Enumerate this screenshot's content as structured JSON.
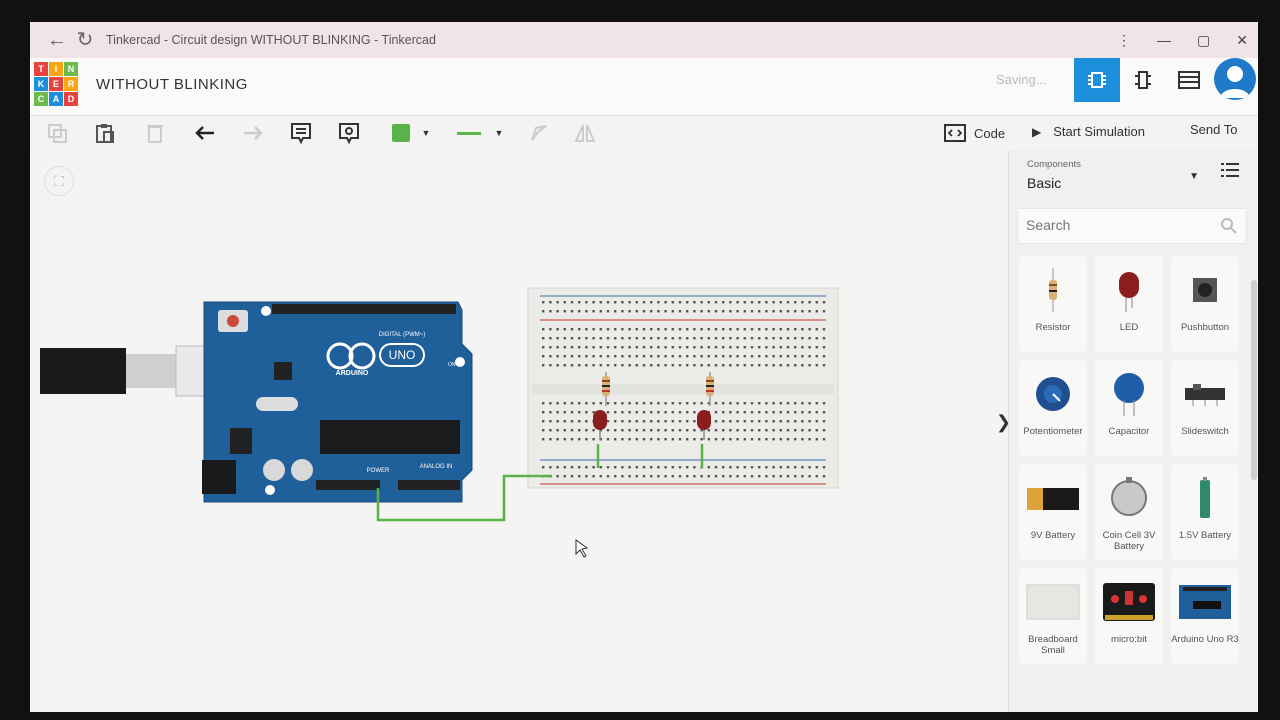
{
  "browser": {
    "tab_title": "Tinkercad - Circuit design WITHOUT BLINKING - Tinkercad"
  },
  "header": {
    "logo_letters": [
      "T",
      "I",
      "N",
      "K",
      "E",
      "R",
      "C",
      "A",
      "D"
    ],
    "logo_colors": [
      "#e8423f",
      "#f7a614",
      "#6bba4b",
      "#1b8fd9",
      "#e8423f",
      "#f7a614",
      "#6bba4b",
      "#1b8fd9",
      "#e8423f"
    ],
    "design_title": "WITHOUT BLINKING",
    "saving_status": "Saving...",
    "active_view": "circuit"
  },
  "toolbar": {
    "code_label": "Code",
    "start_simulation_label": "Start Simulation",
    "send_to_label": "Send To",
    "wire_color": "#5ab34a"
  },
  "panel": {
    "components_label": "Components",
    "components_value": "Basic",
    "search_placeholder": "Search",
    "components": [
      {
        "name": "Resistor",
        "icon": "resistor-icon"
      },
      {
        "name": "LED",
        "icon": "led-icon"
      },
      {
        "name": "Pushbutton",
        "icon": "pushbutton-icon"
      },
      {
        "name": "Potentiometer",
        "icon": "potentiometer-icon"
      },
      {
        "name": "Capacitor",
        "icon": "capacitor-icon"
      },
      {
        "name": "Slideswitch",
        "icon": "slideswitch-icon"
      },
      {
        "name": "9V Battery",
        "icon": "battery-9v-icon"
      },
      {
        "name": "Coin Cell 3V Battery",
        "icon": "coin-cell-icon"
      },
      {
        "name": "1.5V Battery",
        "icon": "battery-aa-icon"
      },
      {
        "name": "Breadboard Small",
        "icon": "breadboard-icon"
      },
      {
        "name": "micro:bit",
        "icon": "microbit-icon"
      },
      {
        "name": "Arduino Uno R3",
        "icon": "arduino-icon"
      }
    ]
  },
  "circuit": {
    "board_brand": "ARDUINO",
    "board_model": "UNO",
    "digital_label": "DIGITAL (PWM~)",
    "power_label": "POWER",
    "analog_label": "ANALOG IN",
    "on_label": "ON",
    "led_color": "#8a1d1d",
    "board_color": "#1f5f9a"
  }
}
